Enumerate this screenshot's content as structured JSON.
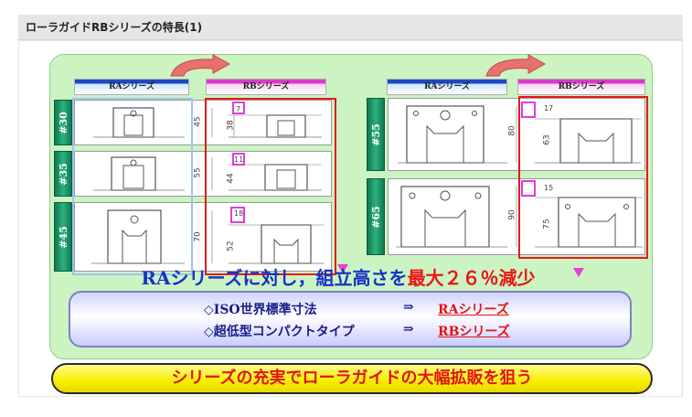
{
  "header": {
    "title": "ローラガイドRBシリーズの特長(1)"
  },
  "series_headers": {
    "ra": "RAシリーズ",
    "rb": "RBシリーズ"
  },
  "left_group": {
    "sizes": [
      {
        "label": "#30",
        "ra_dim": "45",
        "rb_dim": "38",
        "diff": "7"
      },
      {
        "label": "#35",
        "ra_dim": "55",
        "rb_dim": "44",
        "diff": "11"
      },
      {
        "label": "#45",
        "ra_dim": "70",
        "rb_dim": "52",
        "diff": "18"
      }
    ]
  },
  "right_group": {
    "sizes": [
      {
        "label": "#55",
        "ra_dim": "80",
        "rb_dim": "63",
        "diff": "17"
      },
      {
        "label": "#65",
        "ra_dim": "90",
        "rb_dim": "75",
        "diff": "15"
      }
    ]
  },
  "claim": {
    "part1": "RAシリーズに対し，組立高さを",
    "part2": "最大２６％減少"
  },
  "standards": [
    {
      "label": "◇ISO世界標準寸法",
      "arrow": "⇒",
      "value": "RAシリーズ"
    },
    {
      "label": "◇超低型コンパクトタイプ",
      "arrow": "⇒",
      "value": "RBシリーズ"
    }
  ],
  "banner": {
    "text": "シリーズの充実でローラガイドの大幅拡販を狙う"
  },
  "colors": {
    "board_bg": "#ccf3c2",
    "ra_accent": "#1d49c4",
    "rb_accent": "#d93bc8",
    "size_label_bg": "#0c7a52",
    "highlight_red": "#e51a1a",
    "magenta_box": "#e23be0",
    "banner_bg": "#f6ee00"
  }
}
